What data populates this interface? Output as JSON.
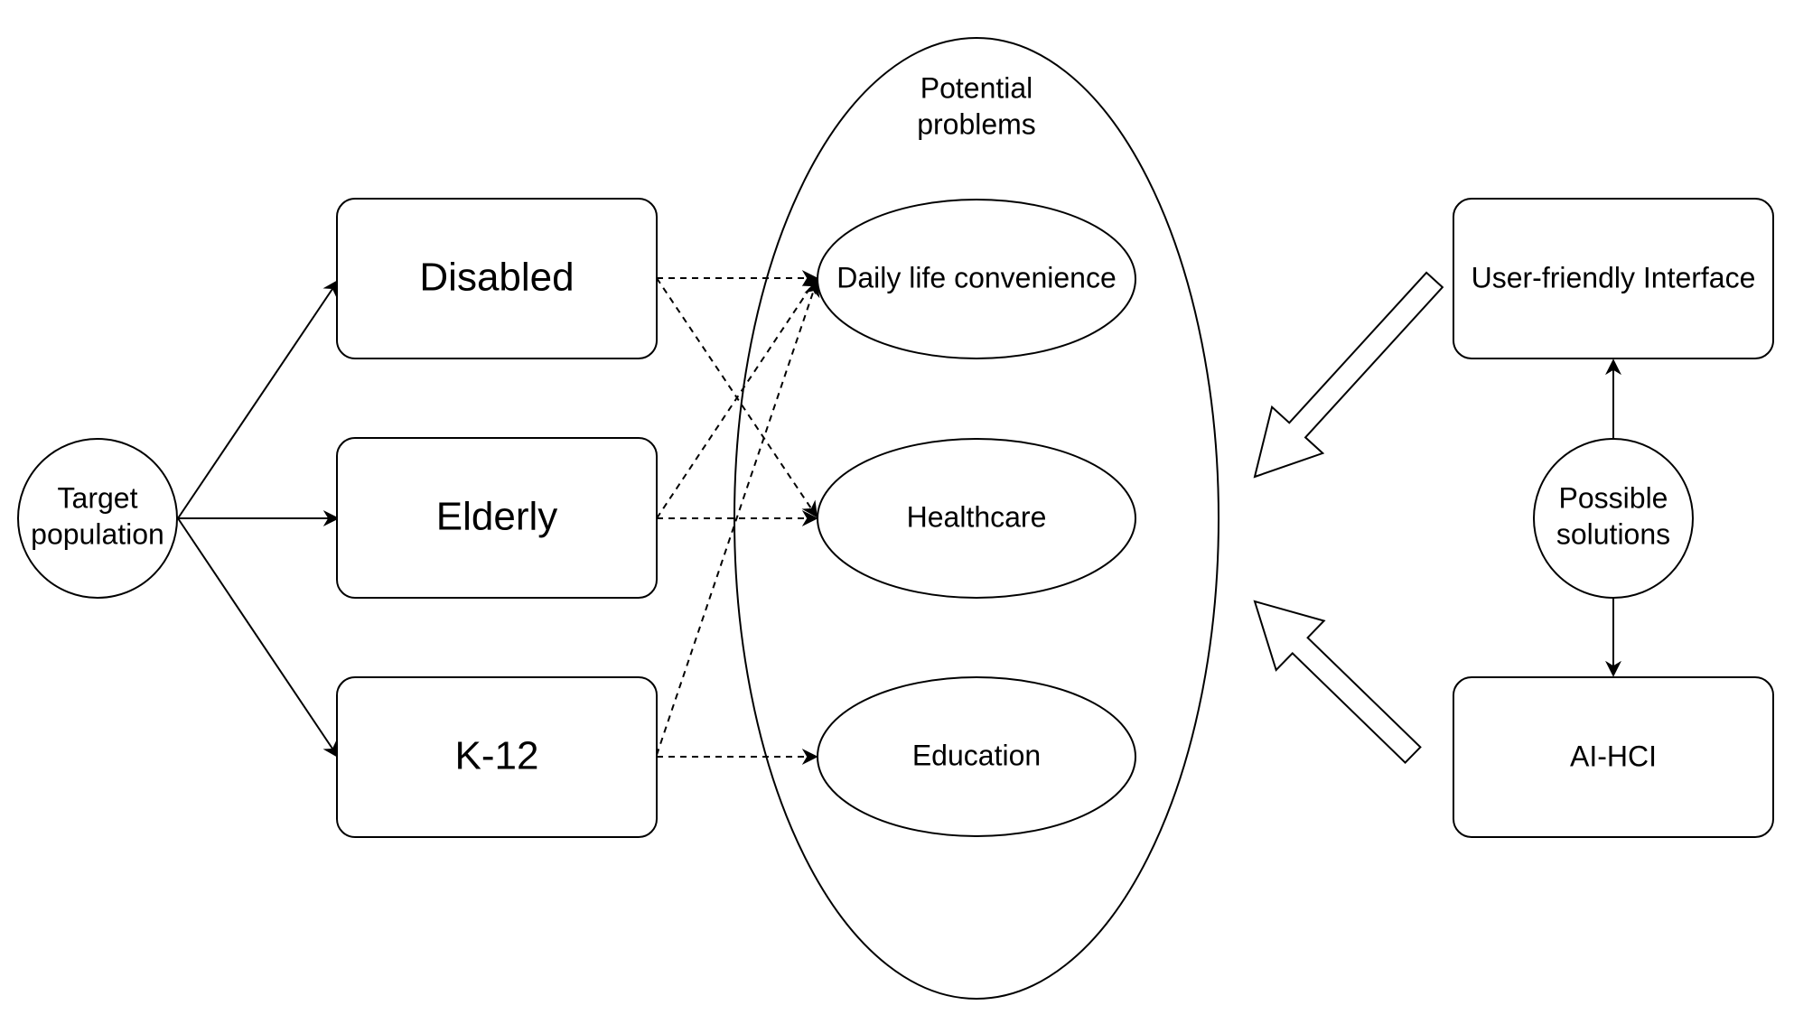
{
  "diagram": {
    "target_population": {
      "line1": "Target",
      "line2": "population"
    },
    "groups": {
      "disabled": "Disabled",
      "elderly": "Elderly",
      "k12": "K-12"
    },
    "problems_container": {
      "line1": "Potential",
      "line2": "problems"
    },
    "problems": {
      "daily_life": "Daily life convenience",
      "healthcare": "Healthcare",
      "education": "Education"
    },
    "solutions_hub": {
      "line1": "Possible",
      "line2": "solutions"
    },
    "solutions": {
      "ui": "User-friendly Interface",
      "aihci": "AI-HCI"
    },
    "connections": [
      {
        "from": "Target population",
        "to": "Disabled",
        "style": "solid"
      },
      {
        "from": "Target population",
        "to": "Elderly",
        "style": "solid"
      },
      {
        "from": "Target population",
        "to": "K-12",
        "style": "solid"
      },
      {
        "from": "Disabled",
        "to": "Daily life convenience",
        "style": "dashed"
      },
      {
        "from": "Disabled",
        "to": "Healthcare",
        "style": "dashed"
      },
      {
        "from": "Elderly",
        "to": "Daily life convenience",
        "style": "dashed"
      },
      {
        "from": "Elderly",
        "to": "Healthcare",
        "style": "dashed"
      },
      {
        "from": "K-12",
        "to": "Daily life convenience",
        "style": "dashed"
      },
      {
        "from": "K-12",
        "to": "Education",
        "style": "dashed"
      },
      {
        "from": "Possible solutions",
        "to": "User-friendly Interface",
        "style": "solid"
      },
      {
        "from": "Possible solutions",
        "to": "AI-HCI",
        "style": "solid"
      },
      {
        "from": "User-friendly Interface",
        "to": "Potential problems",
        "style": "block-arrow"
      },
      {
        "from": "AI-HCI",
        "to": "Potential problems",
        "style": "block-arrow"
      }
    ]
  }
}
